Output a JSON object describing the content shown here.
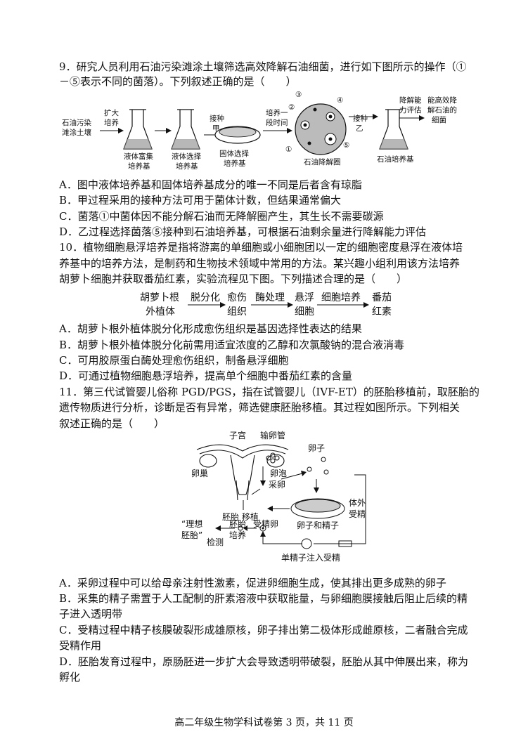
{
  "q9": {
    "stem_line1": "9．研究人员利用石油污染滩涂土壤筛选高效降解石油细菌，进行如下图所示的操作（①",
    "stem_line2": "－⑤表示不同的菌落）。下列叙述正确的是（　　）",
    "figure": {
      "soil": [
        "石油污染",
        "滩涂土壤"
      ],
      "arrow1": [
        "扩大",
        "培养"
      ],
      "flask1": [
        "液体富集",
        "培养基"
      ],
      "flask2": [
        "液体选择",
        "培养基"
      ],
      "arrow2": [
        "接种",
        "甲"
      ],
      "plate": [
        "固体选择",
        "培养基"
      ],
      "arrow3": [
        "培养一",
        "段时间"
      ],
      "colonies": [
        "①",
        "②",
        "③",
        "④",
        "⑤"
      ],
      "halo": "石油降解圈",
      "arrow4": [
        "接种",
        "乙"
      ],
      "flask3": [
        "石油培养基"
      ],
      "arrow5": [
        "降解能",
        "力评估"
      ],
      "result": [
        "能高效降",
        "解石油的",
        "细菌"
      ]
    },
    "options": [
      "A．图中液体培养基和固体培养基成分的唯一不同是后者含有琼脂",
      "B．甲过程采用的接种方法可用于菌体计数，但结果通常偏大",
      "C．菌落①中菌体因不能分解石油而无降解圈产生，其生长不需要碳源",
      "D．乙过程选择菌落⑤接种到石油培养基，可根据石油剩余量进行降解能力评估"
    ]
  },
  "q10": {
    "stem_line1": "10．植物细胞悬浮培养是指将游离的单细胞或小细胞团以一定的细胞密度悬浮在液体培",
    "stem_line2": "养基中的培养方法，是制药和生物技术领域中常用的方法。某兴趣小组利用该方法培养",
    "stem_line3": "胡萝卜细胞并获取番茄红素，实验流程见下图。下列描述合理的是（　　）",
    "flow": {
      "n1": [
        "胡萝卜根",
        "外植体"
      ],
      "a1": "脱分化",
      "n2": [
        "愈伤",
        "组织"
      ],
      "a2": "酶处理",
      "n3": [
        "悬浮",
        "细胞"
      ],
      "a3": "细胞培养",
      "n4": [
        "番茄",
        "红素"
      ]
    },
    "options": [
      "A．胡萝卜根外植体脱分化形成愈伤组织是基因选择性表达的结果",
      "B．胡萝卜根外植体脱分化前需用适宜浓度的乙醇和次氯酸钠的混合液消毒",
      "C．可用胶原蛋白酶处理愈伤组织，制备悬浮细胞",
      "D．可通过植物细胞悬浮培养，提高单个细胞中番茄红素的含量"
    ]
  },
  "q11": {
    "stem_line1": "11．第三代试管婴儿俗称 PGD/PGS，指在试管婴儿（IVF-ET）的胚胎移植前，取胚胎的",
    "stem_line2": "遗传物质进行分析，诊断是否有异常，筛选健康胚胎移植。其过程如图所示。下列相关",
    "stem_line3": "叙述正确的是（　　）",
    "figure": {
      "uterus": "子宫",
      "oviduct": "输卵管",
      "ovary": "卵巢",
      "follicle": "卵泡",
      "retrieve": "采卵",
      "egg": "卵子",
      "ivf": [
        "体外",
        "受精"
      ],
      "egg_sperm": "卵子和精子",
      "transfer": "胚胎 移植",
      "ideal": [
        "“理想",
        "胚胎”"
      ],
      "culture": [
        "胚胎",
        "培养"
      ],
      "zygote": "受精卵",
      "detect": "检测",
      "icsi": "单精子注入受精"
    },
    "options": [
      [
        "A．采卵过程中可以给母亲注射性激素，促进卵细胞生成，使其排出更多成熟的卵子"
      ],
      [
        "B．采集的精子需置于人工配制的肝素溶液中获取能量，与卵细胞膜接触后阻止后续的精",
        "子进入透明带"
      ],
      [
        "C．受精过程中精子核膜破裂形成雄原核，卵子排出第二极体形成雌原核，二者融合完成",
        "受精作用"
      ],
      [
        "D．胚胎发育过程中，原肠胚进一步扩大会导致透明带破裂，胚胎从其中伸展出来，称为",
        "孵化"
      ]
    ]
  },
  "footer": "高二年级生物学科试卷第 3 页，共 11 页"
}
